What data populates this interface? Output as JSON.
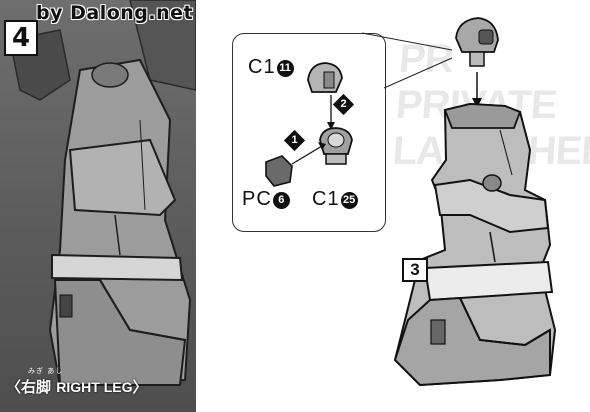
{
  "watermark": "by Dalong.net",
  "step": {
    "number": "4",
    "sub_step": "3"
  },
  "left_panel": {
    "caption_prefix": "〈",
    "caption_jp": "右脚",
    "caption_en": "RIGHT LEG",
    "caption_suffix": "〉",
    "furigana": "みぎ あし"
  },
  "detail": {
    "part_top": {
      "code": "C1",
      "num": "11"
    },
    "part_bottom_left": {
      "code": "PC",
      "num": "6"
    },
    "part_bottom_right": {
      "code": "C1",
      "num": "25"
    },
    "order": [
      "1",
      "2"
    ]
  },
  "background_text": [
    "PR",
    "PRIVATE",
    "LAUNCHED"
  ],
  "colors": {
    "ink": "#111111",
    "panel": "#5f5f5f",
    "part_light": "#bdbdbd",
    "part_mid": "#9a9a9a"
  }
}
